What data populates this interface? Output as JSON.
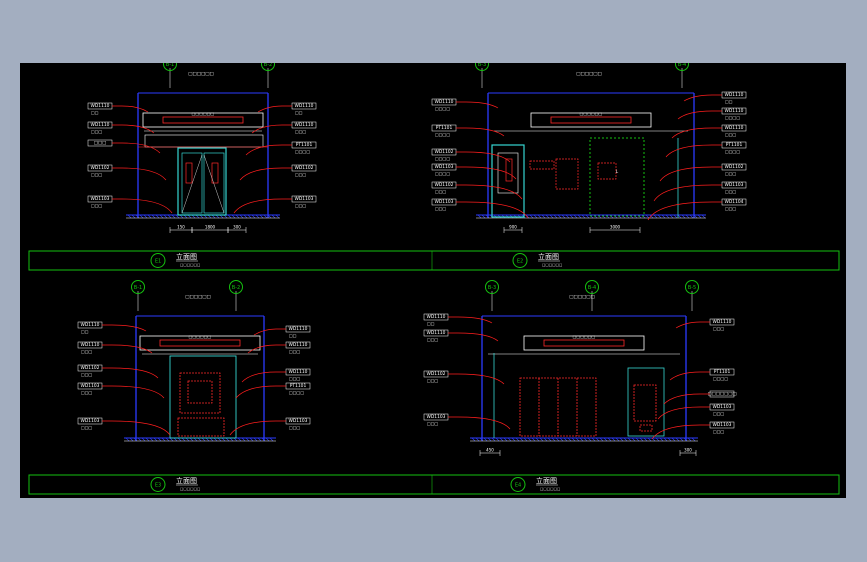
{
  "colors": {
    "background": "#a3aec0",
    "canvas": "#000000",
    "wall": "#2b3bff",
    "leader": "#ff1e1e",
    "label": "#ffffff",
    "frame": "#15c00f",
    "door": "#36d6d2",
    "hidden": "#ff2a2a"
  },
  "sheets": [
    {
      "id": "tl",
      "grid": [
        "B-1",
        "B-2"
      ],
      "top_note": "□□□□□□",
      "ceiling_note": "□□□□□□",
      "left_tags": [
        {
          "code": "WD1110",
          "desc": "□□"
        },
        {
          "code": "WD1110",
          "desc": "□□□"
        },
        {
          "code": "□□□",
          "desc": ""
        },
        {
          "code": "WD1102",
          "desc": "□□□"
        },
        {
          "code": "WD1103",
          "desc": "□□□"
        }
      ],
      "right_tags": [
        {
          "code": "WD1110",
          "desc": "□□"
        },
        {
          "code": "WD1110",
          "desc": "□□□"
        },
        {
          "code": "PT1101",
          "desc": "□□□□"
        },
        {
          "code": "WD1102",
          "desc": "□□□"
        },
        {
          "code": "WD1103",
          "desc": "□□□"
        }
      ],
      "dims": [
        "150",
        "1800",
        "300"
      ],
      "title": "立面图",
      "scale": "□□□□□□",
      "index": "E1"
    },
    {
      "id": "tr",
      "grid": [
        "B-3",
        "B-4"
      ],
      "top_note": "□□□□□□",
      "ceiling_note": "□□□□□□",
      "left_tags": [
        {
          "code": "WD1110",
          "desc": "□□□□"
        },
        {
          "code": "PT1101",
          "desc": "□□□□"
        },
        {
          "code": "WD1102",
          "desc": "□□□□"
        },
        {
          "code": "WD1103",
          "desc": "□□□□"
        },
        {
          "code": "WD1102",
          "desc": "□□□"
        },
        {
          "code": "WD1103",
          "desc": "□□□"
        }
      ],
      "right_tags": [
        {
          "code": "WD1110",
          "desc": "□□"
        },
        {
          "code": "WD1110",
          "desc": "□□□□"
        },
        {
          "code": "WD1110",
          "desc": "□□□"
        },
        {
          "code": "PT1101",
          "desc": "□□□□"
        },
        {
          "code": "WD1102",
          "desc": "□□□"
        },
        {
          "code": "WD1103",
          "desc": "□□□"
        },
        {
          "code": "WD1104",
          "desc": "□□□"
        }
      ],
      "dims": [
        "900",
        "3000"
      ],
      "title": "立面图",
      "scale": "□□□□□□",
      "index": "E2"
    },
    {
      "id": "bl",
      "grid": [
        "B-1",
        "B-2"
      ],
      "top_note": "□□□□□□",
      "ceiling_note": "□□□□□□",
      "left_tags": [
        {
          "code": "WD1110",
          "desc": "□□"
        },
        {
          "code": "WD1110",
          "desc": "□□□"
        },
        {
          "code": "WD1102",
          "desc": "□□□"
        },
        {
          "code": "WD1103",
          "desc": "□□□"
        },
        {
          "code": "WD1103",
          "desc": "□□□"
        }
      ],
      "right_tags": [
        {
          "code": "WD1110",
          "desc": "□□"
        },
        {
          "code": "WD1110",
          "desc": "□□□"
        },
        {
          "code": "WD1110",
          "desc": "□□□"
        },
        {
          "code": "PT1101",
          "desc": "□□□□"
        },
        {
          "code": "WD1103",
          "desc": "□□□"
        }
      ],
      "dims": [],
      "title": "立面图",
      "scale": "□□□□□□",
      "index": "E3"
    },
    {
      "id": "br",
      "grid": [
        "B-3",
        "B-4",
        "B-5"
      ],
      "top_note": "□□□□□□",
      "ceiling_note": "□□□□□□",
      "left_tags": [
        {
          "code": "WD1110",
          "desc": "□□"
        },
        {
          "code": "WD1110",
          "desc": "□□□"
        },
        {
          "code": "WD1102",
          "desc": "□□□"
        },
        {
          "code": "WD1103",
          "desc": "□□□"
        }
      ],
      "right_tags": [
        {
          "code": "WD1110",
          "desc": "□□□"
        },
        {
          "code": "PT1101",
          "desc": "□□□□"
        },
        {
          "code": "□□□□□□□",
          "desc": ""
        },
        {
          "code": "WD1103",
          "desc": "□□□"
        },
        {
          "code": "WD1103",
          "desc": "□□□"
        }
      ],
      "dims": [
        "450",
        "300"
      ],
      "title": "立面图",
      "scale": "□□□□□□",
      "index": "E4"
    }
  ]
}
